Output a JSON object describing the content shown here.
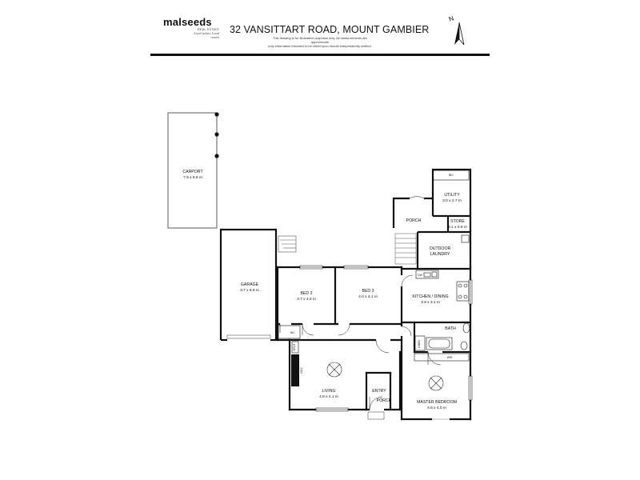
{
  "brand": {
    "name": "malseeds",
    "sub": "REAL ESTATE",
    "tagline_1": "Local values, Local",
    "tagline_2": "results"
  },
  "title": "32 VANSITTART ROAD, MOUNT GAMBIER",
  "disclaimer": {
    "line_1": "This drawing is for illustrative purposes only. All measurements are approximate",
    "line_2": "only information intended to be relied upon should independently verified."
  },
  "north_label": "N",
  "rooms": {
    "carport": {
      "name": "CARPORT",
      "dims": "7.9 x 9.8 m"
    },
    "garage": {
      "name": "GARAGE",
      "dims": "3.7 x 8.8 m"
    },
    "bed2": {
      "name": "BED 2",
      "dims": "3.7 x 4.3 m"
    },
    "bed3": {
      "name": "BED 3",
      "dims": "4.0 x 3.1 m"
    },
    "utility": {
      "name": "UTILITY",
      "dims": "3.0 x 2.7 m"
    },
    "porch_top": {
      "name": "PORCH"
    },
    "store": {
      "name": "STORE",
      "dims": "2.1 x 0.9 m"
    },
    "outdoor_laundry": {
      "name_1": "OUTDOOR",
      "name_2": "LAUNDRY"
    },
    "kitchen": {
      "name": "KITCHEN / DINING",
      "dims": "3.9 x 3.1 m"
    },
    "bath": {
      "name": "BATH"
    },
    "living": {
      "name": "LIVING",
      "dims": "4.8 x 4.1 m"
    },
    "entry": {
      "name": "ENTRY"
    },
    "porch_bottom": {
      "name": "PORCH"
    },
    "master": {
      "name": "MASTER BEDROOM",
      "dims": "4.6 x 4.0 m"
    }
  },
  "fixtures": {
    "bic_utility": "BIC",
    "bic_bed2": "BIC",
    "wir_master": "WIR",
    "linen": "LINEN",
    "split": "SPLIT",
    "gcs": "GCS",
    "dw": "DW"
  }
}
